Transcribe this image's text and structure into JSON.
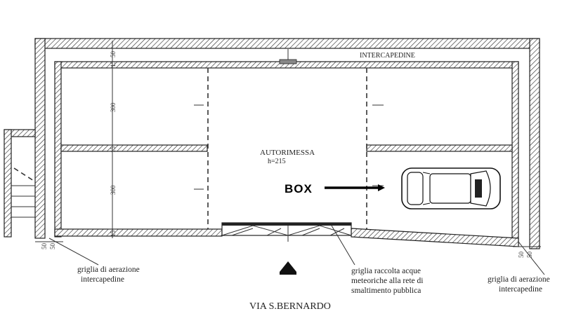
{
  "labels": {
    "intercapedine_top": "INTERCAPEDINE",
    "room_name": "AUTORIMESSA",
    "room_height": "h=215",
    "box": "BOX",
    "left_note_line1": "griglia di aerazione",
    "left_note_line2": "intercapedine",
    "center_note_line1": "griglia raccolta acque",
    "center_note_line2": "meteoriche alla rete di",
    "center_note_line3": "smaltimento pubblica",
    "right_note_line1": "griglia di aerazione",
    "right_note_line2": "intercapedine",
    "street": "VIA S.BERNARDO"
  },
  "dimensions": {
    "v_50_top": "50",
    "v_15_top": "15",
    "v_300_top": "300",
    "v_15_mid": "15",
    "v_300_bottom": "300",
    "v_15_bottom": "15",
    "h_50_left_a": "50",
    "h_50_left_b": "50",
    "h_50_right_a": "50",
    "h_50_right_b": "50"
  }
}
